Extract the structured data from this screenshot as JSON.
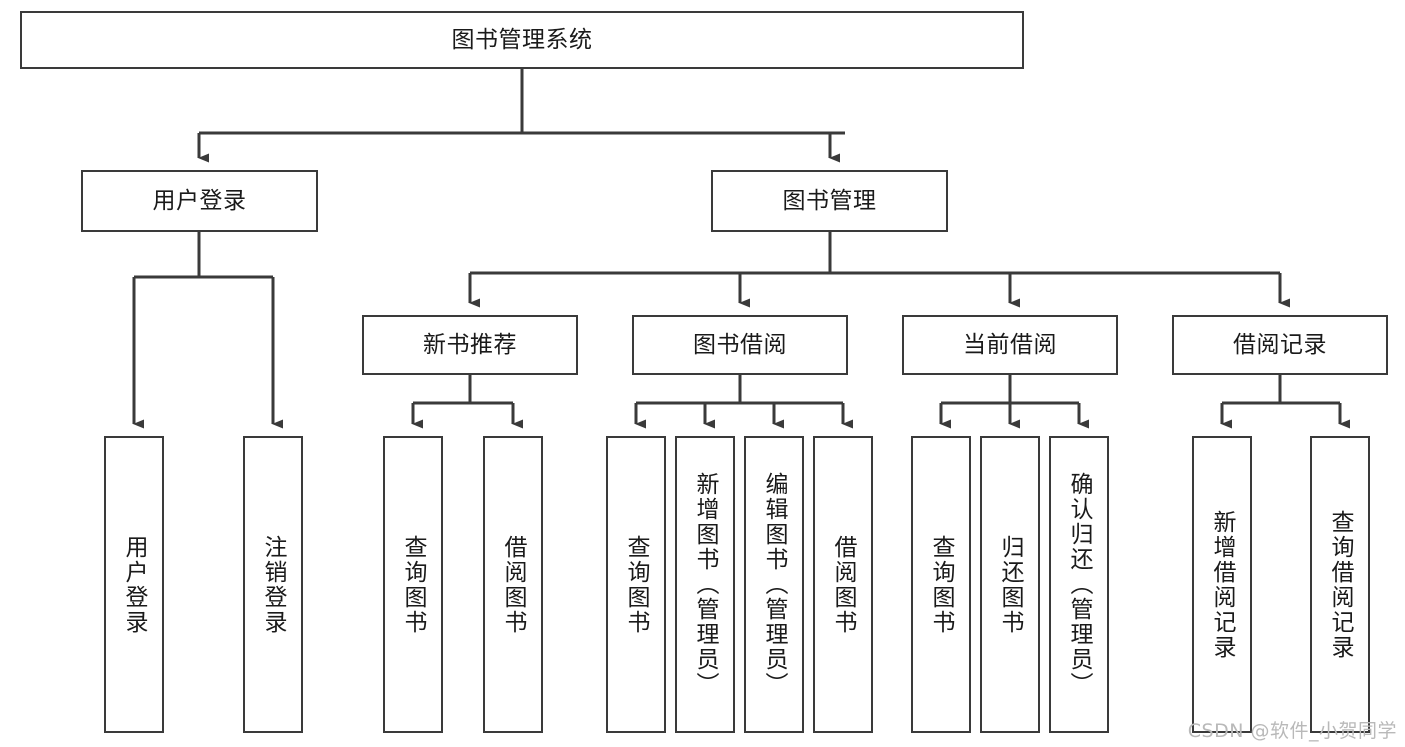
{
  "diagram": {
    "title": "图书管理系统",
    "type": "tree-hierarchy-diagram",
    "colors": {
      "box_border": "#3a3a3a",
      "box_fill": "#ffffff",
      "edge": "#3a3a3a",
      "text": "#1a1a1a",
      "watermark": "#b9b9b9",
      "background": "#ffffff"
    },
    "root": {
      "label": "图书管理系统"
    },
    "level2": [
      {
        "label": "用户登录"
      },
      {
        "label": "图书管理"
      }
    ],
    "level3": [
      {
        "label": "新书推荐"
      },
      {
        "label": "图书借阅"
      },
      {
        "label": "当前借阅"
      },
      {
        "label": "借阅记录"
      }
    ],
    "leaves": {
      "user_login": [
        {
          "label": "用户登录"
        },
        {
          "label": "注销登录"
        }
      ],
      "new_book_recommend": [
        {
          "label": "查询图书"
        },
        {
          "label": "借阅图书"
        }
      ],
      "book_borrow": [
        {
          "label": "查询图书"
        },
        {
          "label": "新增图书（管理员）"
        },
        {
          "label": "编辑图书（管理员）"
        },
        {
          "label": "借阅图书"
        }
      ],
      "current_borrow": [
        {
          "label": "查询图书"
        },
        {
          "label": "归还图书"
        },
        {
          "label": "确认归还（管理员）"
        }
      ],
      "borrow_record": [
        {
          "label": "新增借阅记录"
        },
        {
          "label": "查询借阅记录"
        }
      ]
    }
  },
  "watermark": {
    "text": "CSDN @软件_小贺同学"
  }
}
